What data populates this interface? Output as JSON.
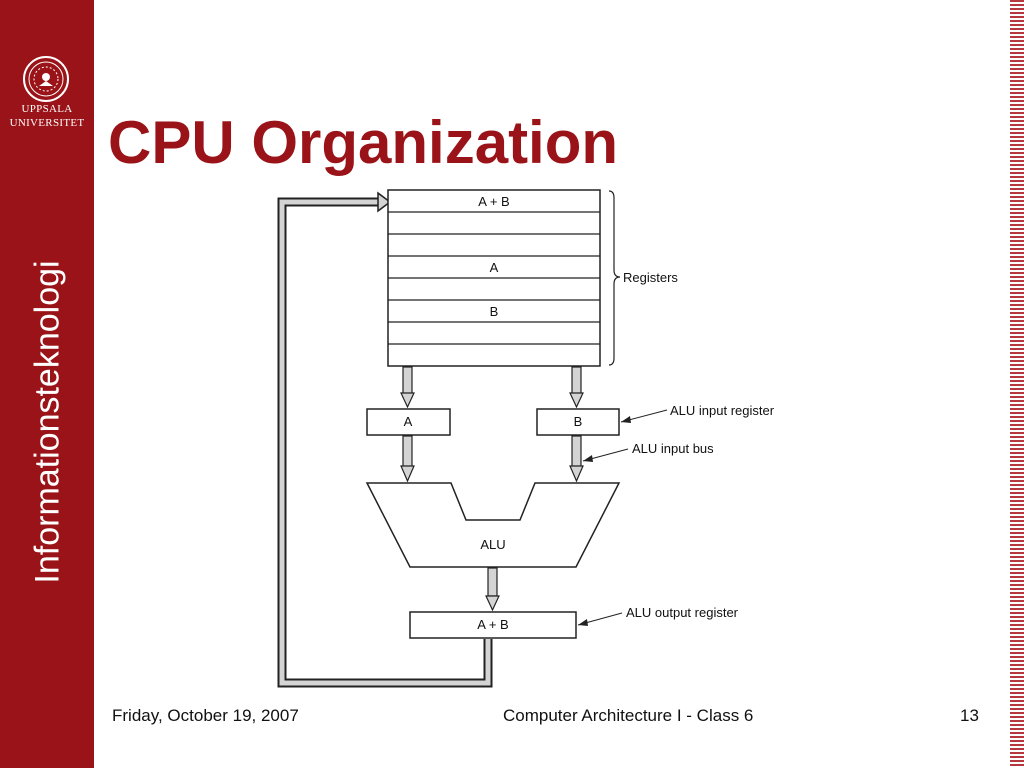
{
  "sidebar": {
    "university_line1": "UPPSALA",
    "university_line2": "UNIVERSITET",
    "department": "Informationsteknologi",
    "logo_icon": "university-seal-icon"
  },
  "slide": {
    "title": "CPU Organization"
  },
  "diagram": {
    "registers": {
      "rows": [
        "A + B",
        "",
        "",
        "A",
        "",
        "B",
        "",
        ""
      ],
      "label": "Registers"
    },
    "alu_input_a": "A",
    "alu_input_b": "B",
    "alu_input_register_label": "ALU input register",
    "alu_input_bus_label": "ALU input bus",
    "alu_label": "ALU",
    "alu_output": "A + B",
    "alu_output_register_label": "ALU output register"
  },
  "footer": {
    "date": "Friday, October 19, 2007",
    "course": "Computer Architecture I - Class 6",
    "page": "13"
  },
  "colors": {
    "brand_red": "#9a1318",
    "stripe_red": "#b23a3f",
    "arrow_fill": "#d4d4d4"
  }
}
